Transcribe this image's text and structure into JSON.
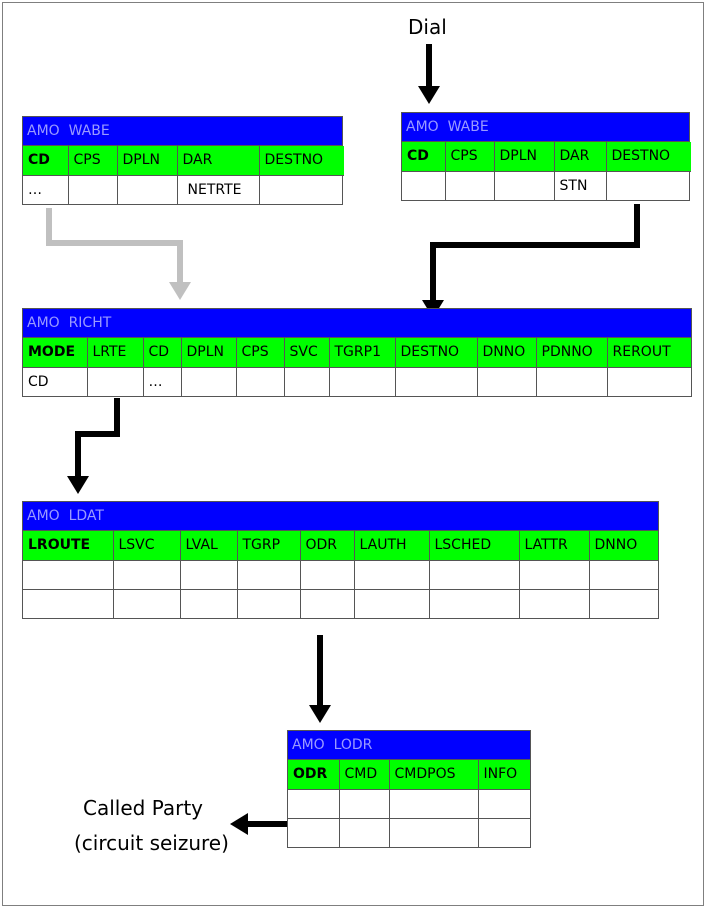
{
  "labels": {
    "dial": "Dial",
    "called_party_line1": "Called Party",
    "called_party_line2": "(circuit seizure)"
  },
  "tables": {
    "wabe_left": {
      "title": "AMO  WABE",
      "headers": [
        "CD",
        "CPS",
        "DPLN",
        "DAR",
        "DESTNO"
      ],
      "rows": [
        [
          "…",
          "",
          "",
          "NETRTE",
          ""
        ]
      ]
    },
    "wabe_right": {
      "title": "AMO  WABE",
      "headers": [
        "CD",
        "CPS",
        "DPLN",
        "DAR",
        "DESTNO"
      ],
      "rows": [
        [
          "",
          "",
          "",
          "STN",
          ""
        ]
      ]
    },
    "richt": {
      "title": "AMO  RICHT",
      "headers": [
        "MODE",
        "LRTE",
        "CD",
        "DPLN",
        "CPS",
        "SVC",
        "TGRP1",
        "DESTNO",
        "DNNO",
        "PDNNO",
        "REROUT"
      ],
      "rows": [
        [
          "CD",
          "",
          "…",
          "",
          "",
          "",
          "",
          "",
          "",
          "",
          ""
        ]
      ]
    },
    "ldat": {
      "title": "AMO  LDAT",
      "headers": [
        "LROUTE",
        "LSVC",
        "LVAL",
        "TGRP",
        "ODR",
        "LAUTH",
        "LSCHED",
        "LATTR",
        "DNNO"
      ],
      "rows": [
        [
          "",
          "",
          "",
          "",
          "",
          "",
          "",
          "",
          ""
        ],
        [
          "",
          "",
          "",
          "",
          "",
          "",
          "",
          "",
          ""
        ]
      ]
    },
    "lodr": {
      "title": "AMO  LODR",
      "headers": [
        "ODR",
        "CMD",
        "CMDPOS",
        "INFO"
      ],
      "rows": [
        [
          "",
          "",
          "",
          ""
        ],
        [
          "",
          "",
          "",
          ""
        ]
      ]
    }
  },
  "colors": {
    "title_bar": "#0000ff",
    "header_row": "#00ff00",
    "arrow_primary": "#000000",
    "arrow_secondary": "#c0c0c0"
  }
}
